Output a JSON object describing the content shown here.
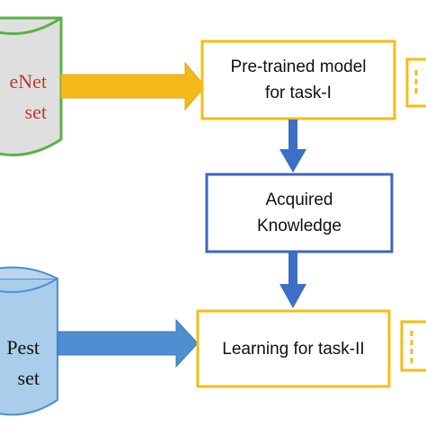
{
  "diagram": {
    "source_top": {
      "line1": "eNet",
      "line2": "set"
    },
    "source_bottom": {
      "line1": "Pest",
      "line2": "set"
    },
    "box_pretrained": {
      "line1": "Pre-trained model",
      "line2": "for task-I"
    },
    "box_knowledge": {
      "line1": "Acquired",
      "line2": "Knowledge"
    },
    "box_learning": {
      "label": "Learning for task-II"
    }
  },
  "colors": {
    "yellow_border": "#f4bd12",
    "blue_border": "#3c66c3",
    "green_border": "#58b244",
    "db_gray": "#dfdfdf",
    "db_blue": "#a9cdea",
    "arrow_yellow": "#f6b91a",
    "arrow_blue": "#3d6fc7",
    "arrow_lightblue": "#4d8fd0",
    "text_red": "#c0392b"
  }
}
